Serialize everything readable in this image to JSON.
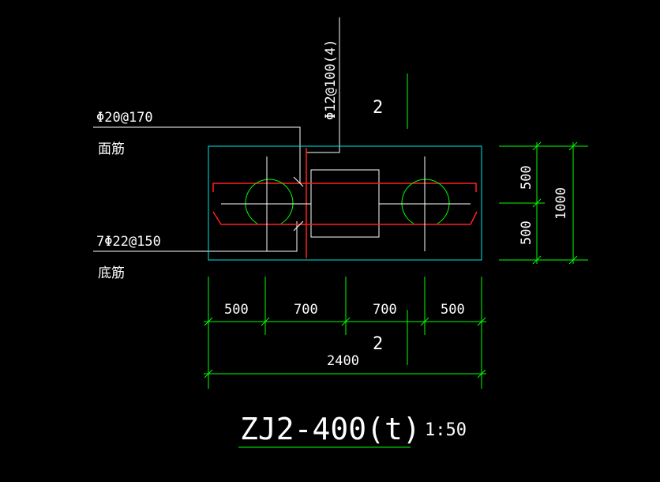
{
  "drawing": {
    "top_rebar_label": "Φ20@170",
    "top_rebar_name": "面筋",
    "bottom_rebar_label": "7Φ22@150",
    "bottom_rebar_name": "底筋",
    "stirrup_label": "Φ12@100(4)",
    "section_mark_top": "2",
    "section_mark_bottom": "2",
    "dimensions": {
      "horizontal": [
        "500",
        "700",
        "700",
        "500"
      ],
      "total": "2400",
      "vertical": [
        "500",
        "500"
      ],
      "vertical_total": "1000"
    },
    "title": "ZJ2-400(t)",
    "scale": "1:50"
  },
  "colors": {
    "background": "#000000",
    "outline": "#00e5e5",
    "rebar": "#ff2020",
    "dimension": "#00ff00",
    "text": "#ffffff"
  }
}
